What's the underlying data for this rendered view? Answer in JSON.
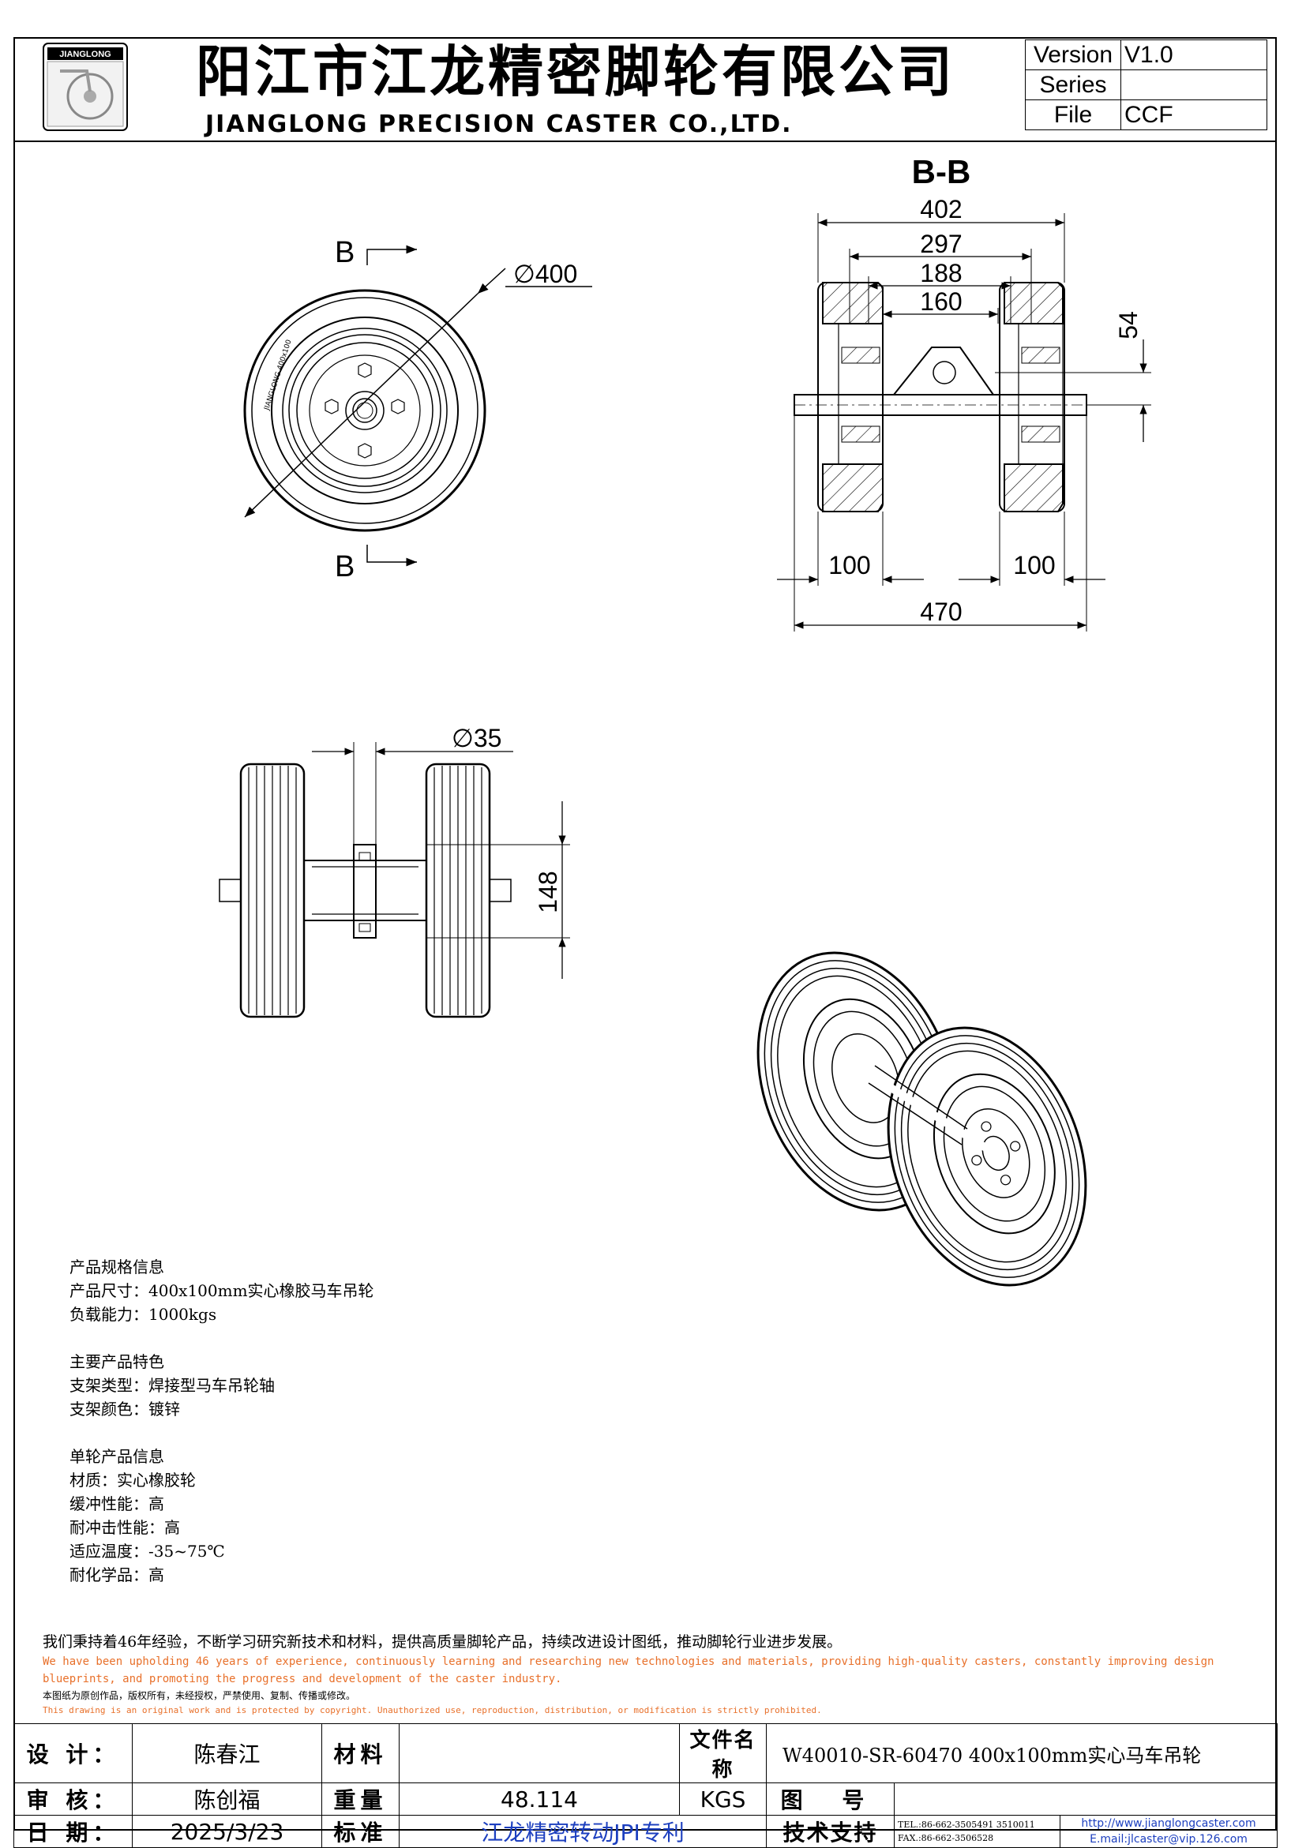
{
  "header": {
    "logo_text": "JIANGLONG",
    "title_cn": "阳江市江龙精密脚轮有限公司",
    "title_en": "JIANGLONG PRECISION CASTER CO.,LTD.",
    "version_table": [
      {
        "key": "Version",
        "value": "V1.0"
      },
      {
        "key": "Series",
        "value": ""
      },
      {
        "key": "File",
        "value": "CCF"
      }
    ]
  },
  "drawing": {
    "section_title": "B-B",
    "section_marker": "B",
    "dims": {
      "diameter_wheel": "∅400",
      "overall_top": "402",
      "width_297": "297",
      "width_188": "188",
      "width_160": "160",
      "height_54": "54",
      "tyre_left": "100",
      "tyre_right": "100",
      "overall_axle": "470",
      "diameter_axle": "∅35",
      "height_148": "148"
    }
  },
  "spec": {
    "lines": [
      "产品规格信息",
      "产品尺寸：400x100mm实心橡胶马车吊轮",
      "负载能力：1000kgs",
      "",
      "主要产品特色",
      "支架类型：焊接型马车吊轮轴",
      "支架颜色：镀锌",
      "",
      "单轮产品信息",
      "材质：实心橡胶轮",
      "缓冲性能：高",
      "耐冲击性能：高",
      "适应温度：-35~75℃",
      "耐化学品：高"
    ]
  },
  "notes": {
    "cn_statement": "我们秉持着46年经验，不断学习研究新技术和材料，提供高质量脚轮产品，持续改进设计图纸，推动脚轮行业进步发展。",
    "en_statement": "We have been upholding 46 years of experience, continuously learning and researching new technologies and materials, providing high-quality casters, constantly improving design blueprints, and promoting the progress and development of the caster industry.",
    "cn_copyright": "本图纸为原创作品，版权所有，未经授权，严禁使用、复制、传播或修改。",
    "en_copyright": "This drawing is an original work and is protected by copyright. Unauthorized use, reproduction, distribution, or modification is strictly prohibited."
  },
  "title_block": {
    "design_label": "设 计：",
    "design_value": "陈春江",
    "material_label": "材料",
    "material_value": "",
    "filename_label": "文件名称",
    "filename_value": "W40010-SR-60470   400x100mm实心马车吊轮",
    "review_label": "审 核：",
    "review_value": "陈创福",
    "weight_label": "重量",
    "weight_value": "48.114",
    "weight_unit": "KGS",
    "drawing_no_label": "图 号",
    "drawing_no_value": "",
    "date_label": "日 期：",
    "date_value": "2025/3/23",
    "standard_label": "标准",
    "standard_value": "江龙精密转动JPI专利",
    "support_label": "技术支持",
    "tel": "TEL.:86-662-3505491 3510011",
    "fax": "FAX.:86-662-3506528",
    "web": "http://www.jianglongcaster.com",
    "email": "E.mail:jlcaster@vip.126.com"
  }
}
